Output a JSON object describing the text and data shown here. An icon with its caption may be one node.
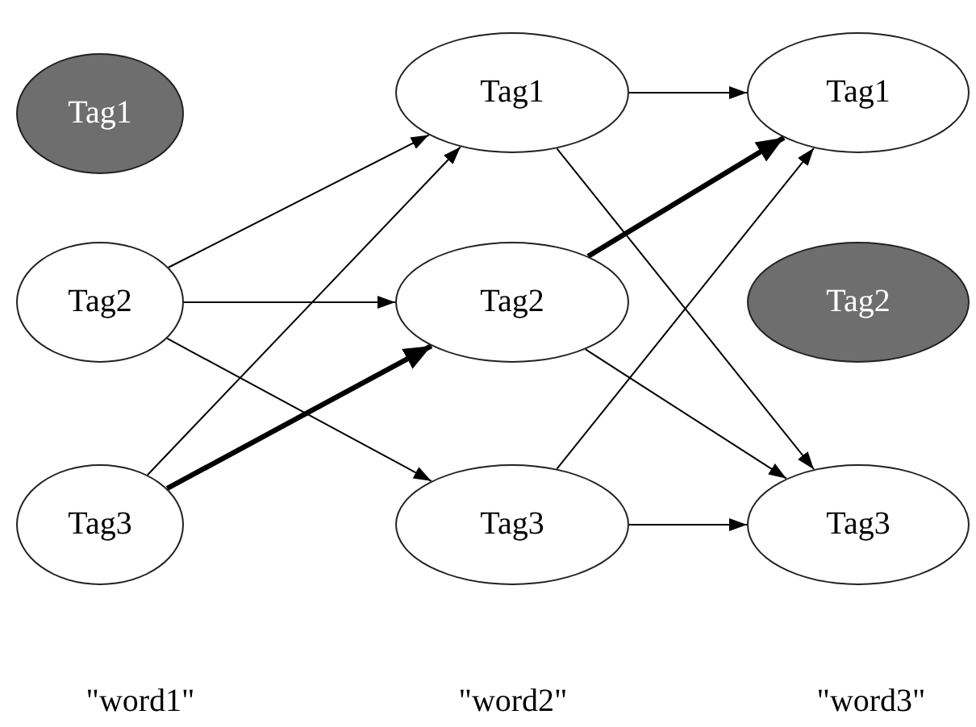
{
  "diagram": {
    "nodes": [
      {
        "text": [
          "Tag1"
        ]
      },
      {
        "text": [
          "Tag2"
        ]
      },
      {
        "text": [
          "Tag3"
        ]
      },
      {
        "text": [
          "Tag1"
        ]
      },
      {
        "text": [
          "Tag2"
        ]
      },
      {
        "text": [
          "Tag3"
        ]
      },
      {
        "text": [
          "Tag1"
        ]
      },
      {
        "text": [
          "Tag2"
        ]
      },
      {
        "text": [
          "Tag3"
        ]
      }
    ],
    "edges": [
      {
        "from": 1,
        "to": 3,
        "arrow": "to"
      },
      {
        "from": 1,
        "to": 4,
        "arrow": "to"
      },
      {
        "from": 1,
        "to": 5,
        "arrow": "to"
      },
      {
        "from": 2,
        "to": 3,
        "arrow": "to"
      },
      {
        "from": 2,
        "to": 4,
        "arrow": "to",
        "style": "thick"
      },
      {
        "from": 3,
        "to": 6,
        "arrow": "to"
      },
      {
        "from": 3,
        "to": 8,
        "arrow": "to"
      },
      {
        "from": 4,
        "to": 6,
        "arrow": "to",
        "style": "thick"
      },
      {
        "from": 4,
        "to": 8,
        "arrow": "to"
      },
      {
        "from": 5,
        "to": 6,
        "arrow": "to"
      },
      {
        "from": 5,
        "to": 8,
        "arrow": "to"
      }
    ],
    "labels": [
      "\"word1\"",
      "\"word2\"",
      "\"word3\""
    ]
  }
}
